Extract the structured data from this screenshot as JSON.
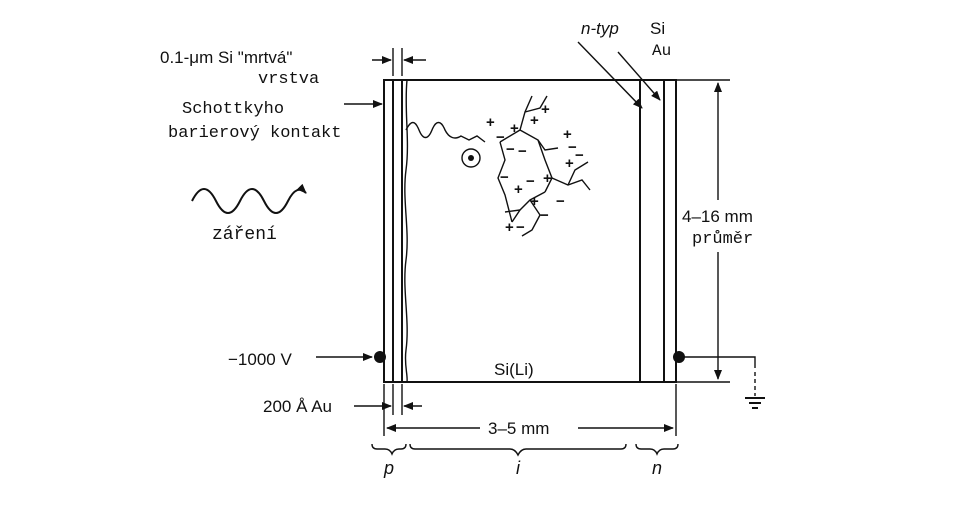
{
  "labels": {
    "dead_layer_line1": "0.1-μm Si \"mrtvá\"",
    "dead_layer_line2": "vrstva",
    "schottky_line1": "Schottkyho",
    "schottky_line2": "barierový kontakt",
    "radiation": "záření",
    "voltage": "−1000 V",
    "au_layer": "200 Å Au",
    "ntype": "n-typ",
    "si": "Si",
    "au": "Au",
    "diameter_line1": "4–16 mm",
    "diameter_line2": "průměr",
    "material": "Si(Li)",
    "thickness": "3–5 mm",
    "region_p": "p",
    "region_i": "i",
    "region_n": "n"
  },
  "charges": {
    "plus": "+",
    "minus": "−"
  }
}
